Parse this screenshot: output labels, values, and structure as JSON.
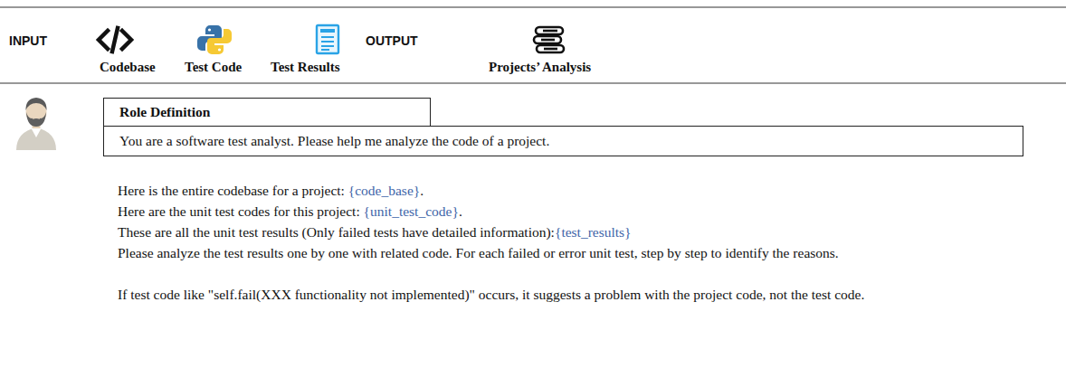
{
  "diagram": {
    "nodes": [
      {
        "text": [
          "Role Definition"
        ]
      },
      {
        "text": [
          "You are a software test analyst. Please help me analyze the code of a project."
        ]
      }
    ],
    "labels": [
      "INPUT",
      "OUTPUT",
      "Codebase",
      "Test Code",
      "Test Results",
      "Projects’ Analysis",
      "Here is the entire codebase for a project: {code_base}.",
      "Here are the unit test codes for this project: {unit_test_code}.",
      "These are all the unit test results (Only failed tests have detailed information):{test_results}",
      "Please analyze the test results one by one with related code. For each failed or error unit test, step by step to identify the reasons.",
      "If test code like \"self.fail(XXX functionality not implemented)\" occurs, it suggests a problem with the project code, not the test code."
    ]
  }
}
